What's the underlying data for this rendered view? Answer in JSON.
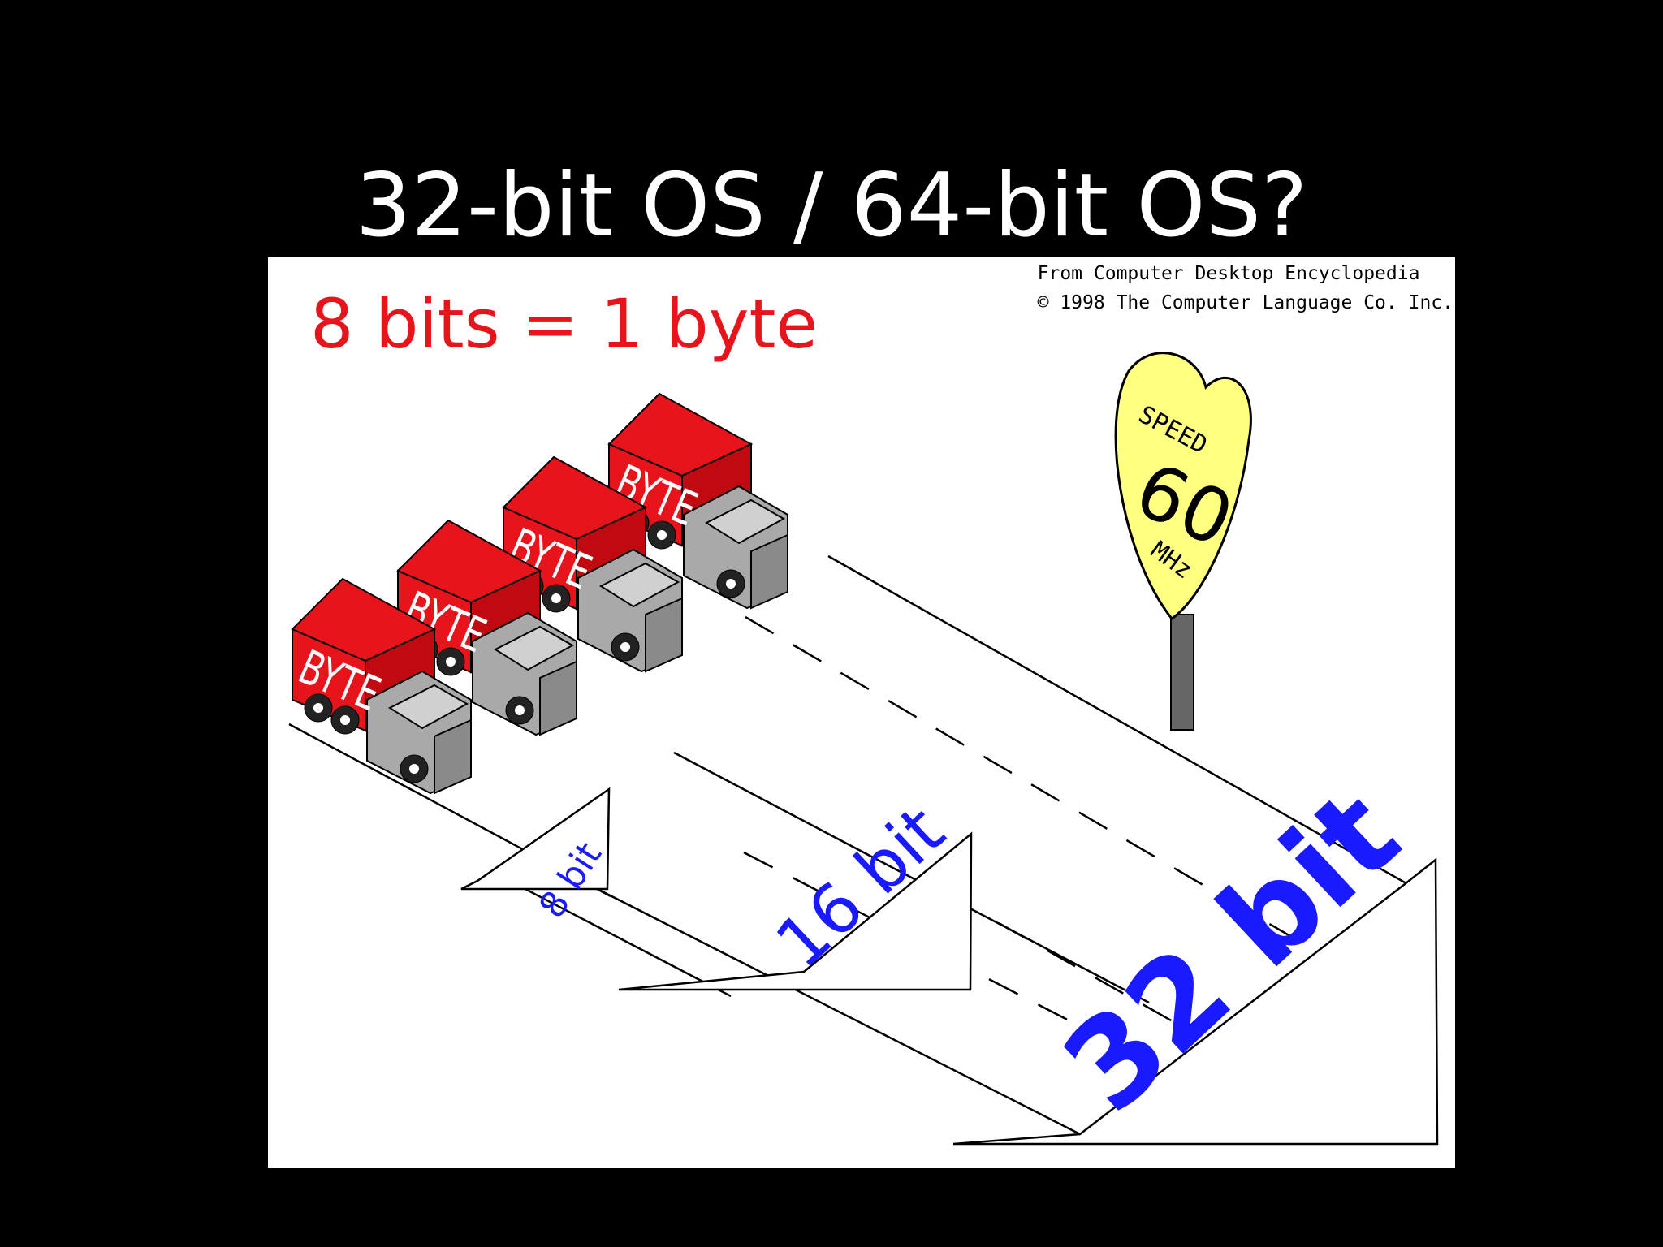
{
  "slide": {
    "title": "32-bit OS / 64-bit OS?"
  },
  "figure": {
    "headline": "8 bits = 1 byte",
    "credit": {
      "line1": "From Computer Desktop Encyclopedia",
      "line2": "© 1998 The Computer Language Co. Inc."
    },
    "truck_label": "BYTE",
    "sign": {
      "line1": "SPEED",
      "line2": "60",
      "line3": "MHz"
    },
    "lanes": [
      {
        "label": "8 bit"
      },
      {
        "label": "16 bit"
      },
      {
        "label": "32 bit"
      }
    ]
  },
  "colors": {
    "background": "#000000",
    "title": "#ffffff",
    "headline": "#e8141b",
    "truck_box": "#e8141b",
    "truck_cab": "#a9a9a9",
    "lane_label": "#1a1aff",
    "sign": "#ffff80"
  }
}
